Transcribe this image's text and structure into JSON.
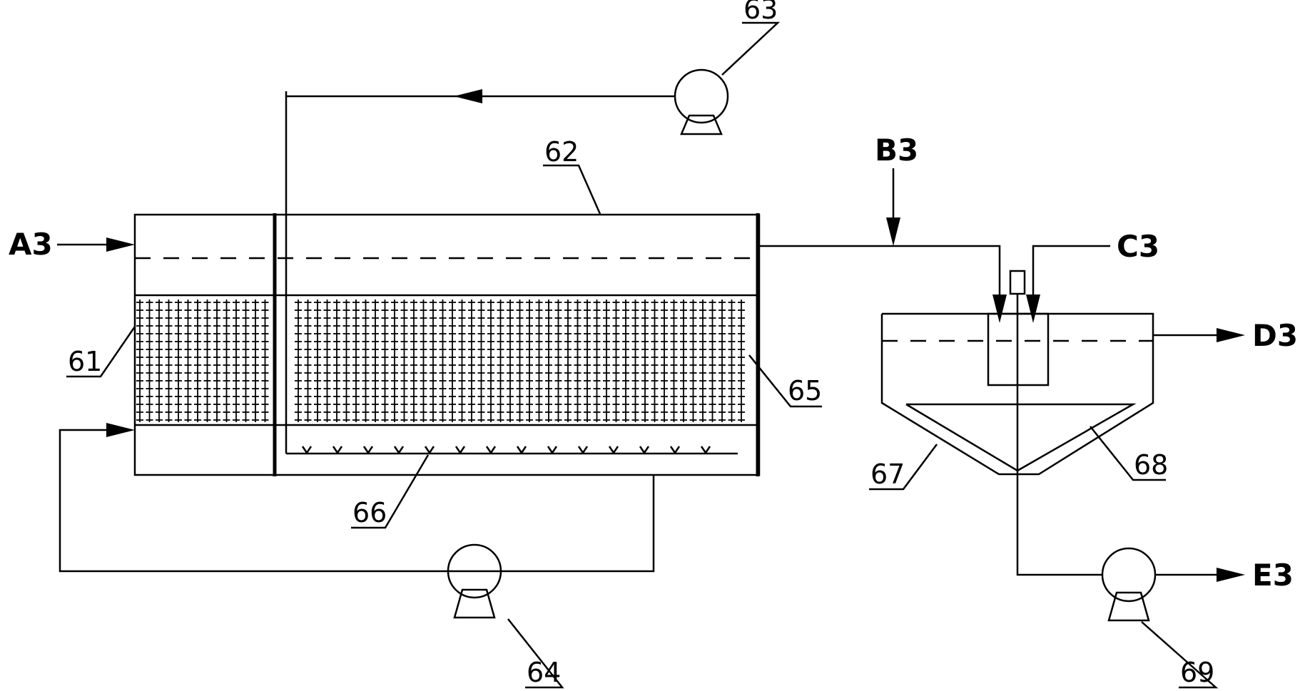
{
  "streams": {
    "a3": "A3",
    "b3": "B3",
    "c3": "C3",
    "d3": "D3",
    "e3": "E3"
  },
  "parts": {
    "p61": "61",
    "p62": "62",
    "p63": "63",
    "p64": "64",
    "p65": "65",
    "p66": "66",
    "p67": "67",
    "p68": "68",
    "p69": "69"
  }
}
